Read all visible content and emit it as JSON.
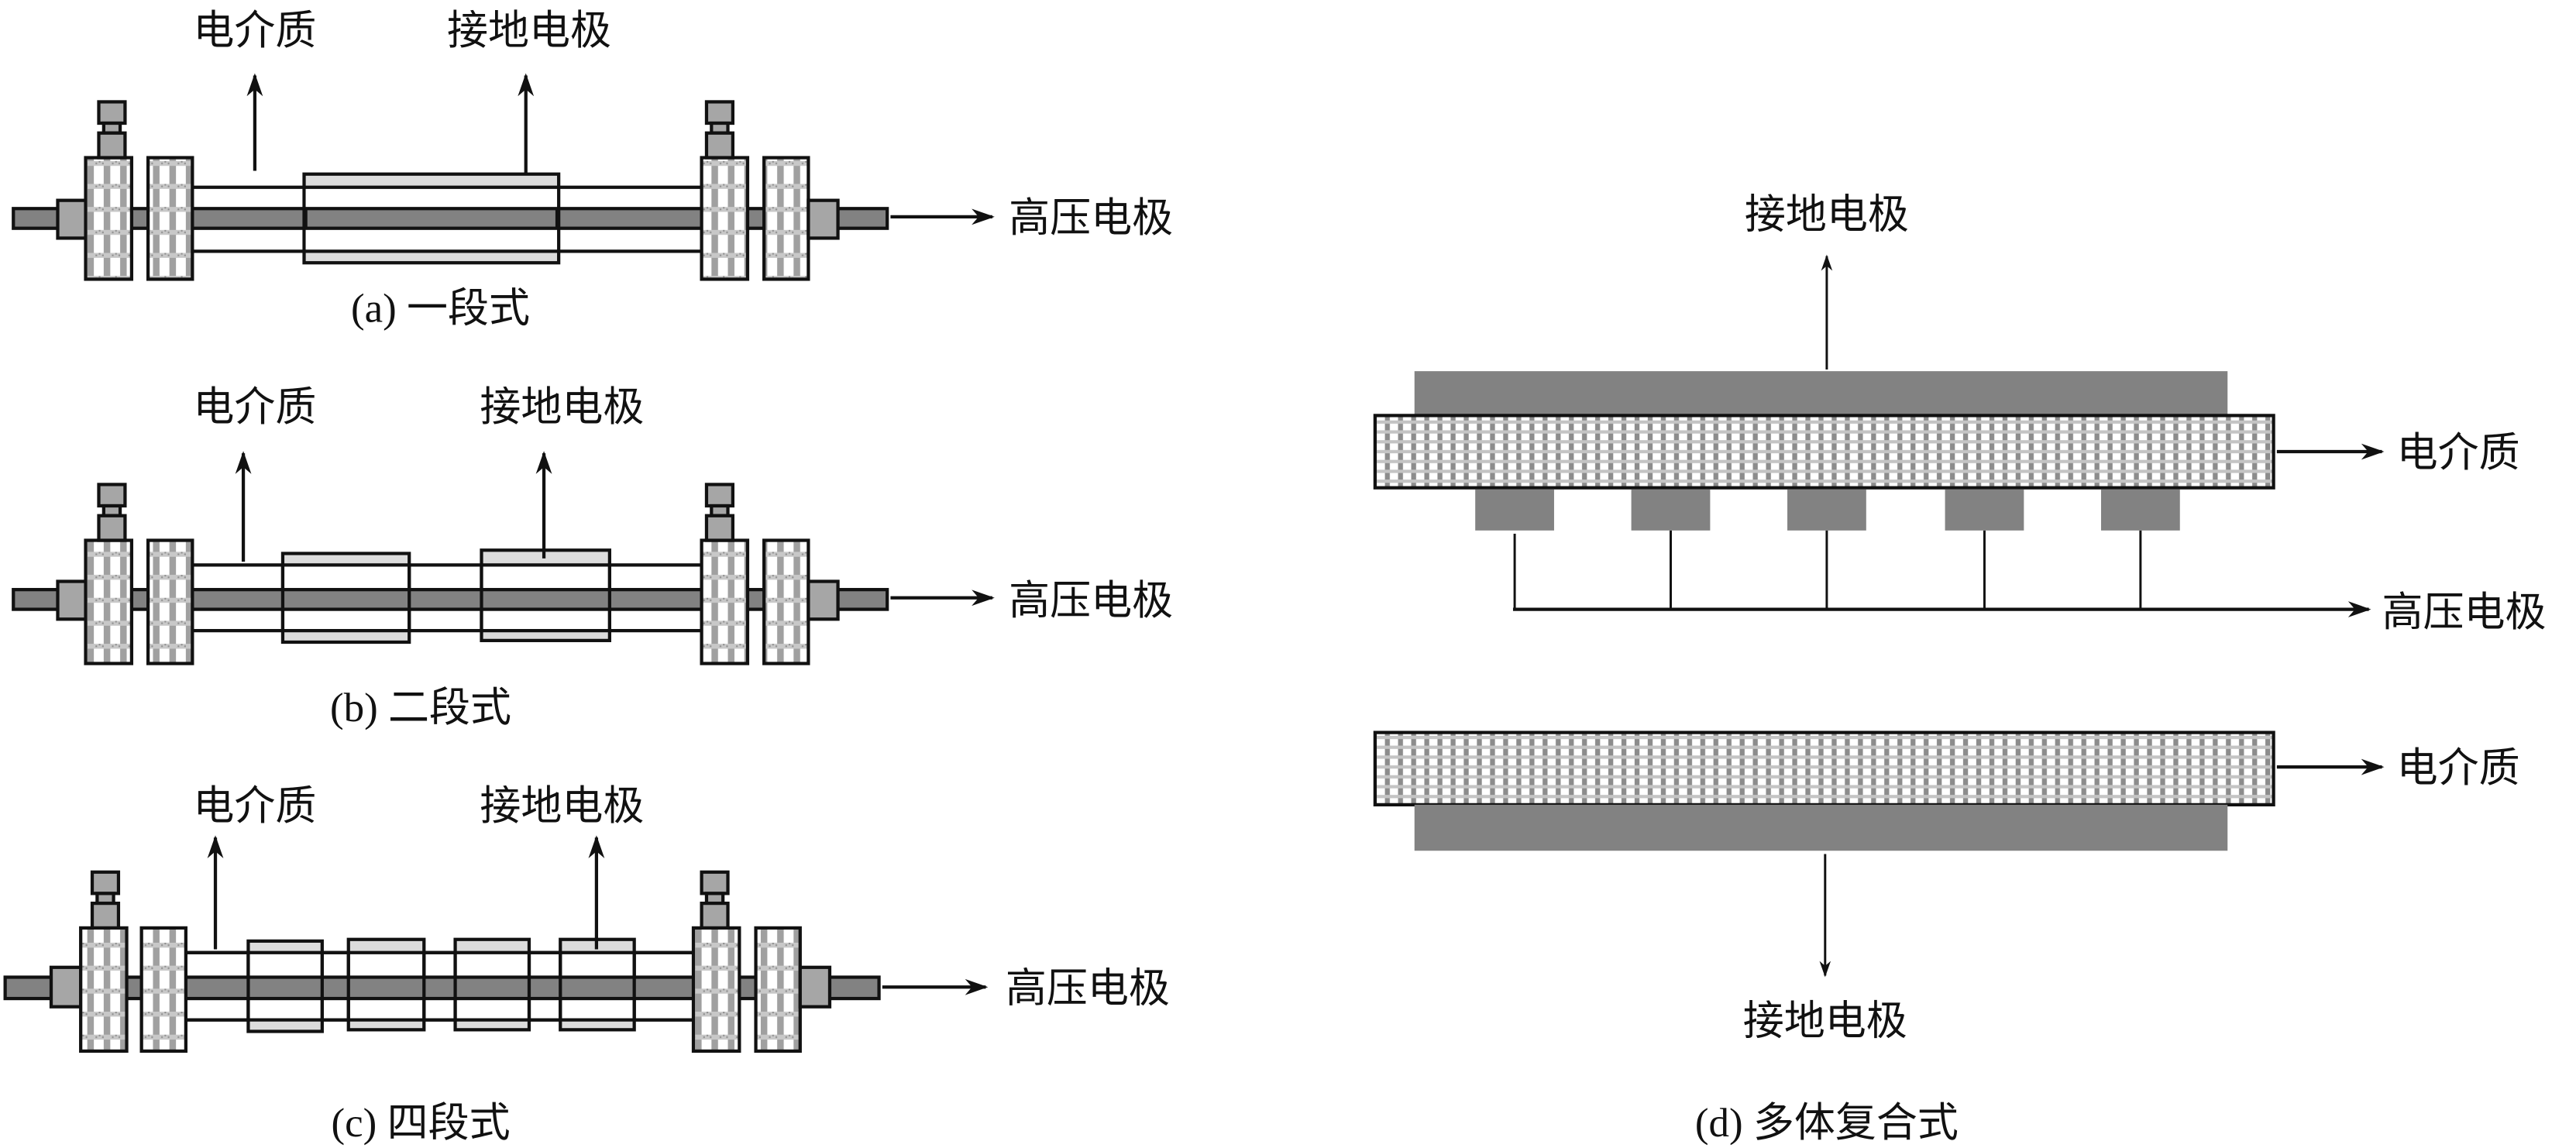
{
  "figure": {
    "panels": [
      {
        "id": "a",
        "caption": "(a) 一段式",
        "labels": {
          "dielectric": "电介质",
          "ground_electrode": "接地电极",
          "high_voltage_electrode": "高压电极"
        },
        "ground_electrode_segments": 1
      },
      {
        "id": "b",
        "caption": "(b) 二段式",
        "labels": {
          "dielectric": "电介质",
          "ground_electrode": "接地电极",
          "high_voltage_electrode": "高压电极"
        },
        "ground_electrode_segments": 2
      },
      {
        "id": "c",
        "caption": "(c) 四段式",
        "labels": {
          "dielectric": "电介质",
          "ground_electrode": "接地电极",
          "high_voltage_electrode": "高压电极"
        },
        "ground_electrode_segments": 4
      },
      {
        "id": "d",
        "caption": "(d) 多体复合式",
        "labels": {
          "top_ground_electrode": "接地电极",
          "top_dielectric": "电介质",
          "high_voltage_electrode": "高压电极",
          "bottom_dielectric": "电介质",
          "bottom_ground_electrode": "接地电极"
        },
        "high_voltage_electrode_blocks": 5
      }
    ],
    "colors": {
      "rod": "#828282",
      "nut": "#a6a6a6",
      "electrode_fill": "#dcdcdc",
      "plate": "#828282",
      "outline": "#111111"
    }
  }
}
